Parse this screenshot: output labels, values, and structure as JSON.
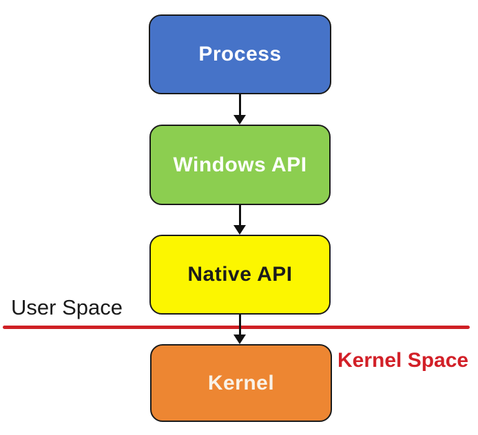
{
  "diagram": {
    "boxes": [
      {
        "id": "process",
        "label": "Process",
        "fill": "#4673C8",
        "text_color": "#FFFFFF"
      },
      {
        "id": "windows-api",
        "label": "Windows API",
        "fill": "#8CCE50",
        "text_color": "#FFFFFF"
      },
      {
        "id": "native-api",
        "label": "Native API",
        "fill": "#FCF600",
        "text_color": "#1C1C1C"
      },
      {
        "id": "kernel",
        "label": "Kernel",
        "fill": "#ED8632",
        "text_color": "#F9F2E7"
      }
    ],
    "region_labels": {
      "user_space": {
        "text": "User Space",
        "color": "#1A1A1A"
      },
      "kernel_space": {
        "text": "Kernel Space",
        "color": "#D22028"
      }
    },
    "divider": {
      "color": "#CF2025"
    },
    "arrow_color": "#111111",
    "box_border_color": "#1A1A1A"
  }
}
